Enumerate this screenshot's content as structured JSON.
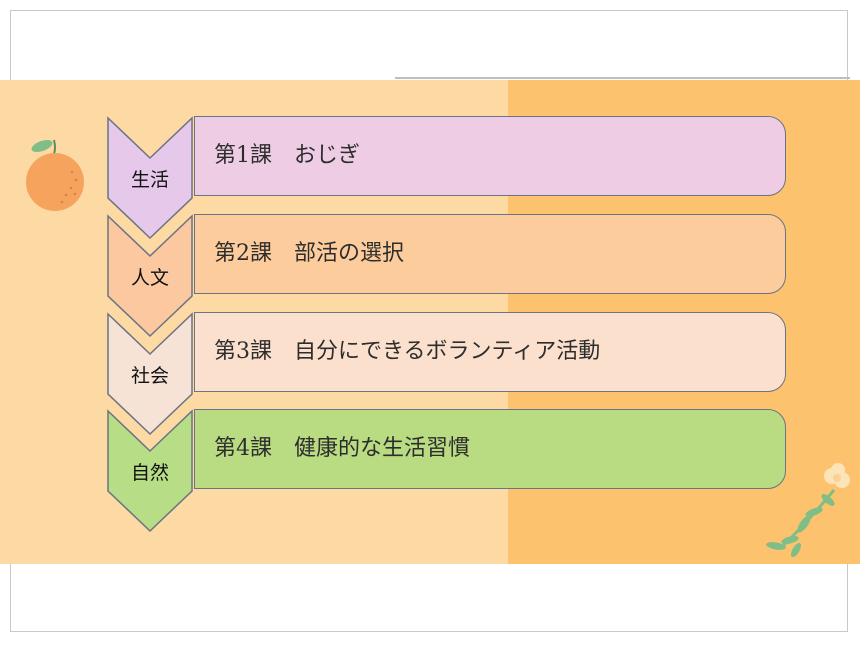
{
  "lessons": [
    {
      "category": "生活",
      "title": "第1課　おじぎ",
      "color": "#eecde4",
      "chevron_color": "#e6c8ea"
    },
    {
      "category": "人文",
      "title": "第2課　部活の選択",
      "color": "#fdcc9c",
      "chevron_color": "#fbc8a0"
    },
    {
      "category": "社会",
      "title": "第3課　自分にできるボランティア活動",
      "color": "#fbe1cd",
      "chevron_color": "#f7e2d6"
    },
    {
      "category": "自然",
      "title": "第4課　健康的な生活習慣",
      "color": "#b9db82",
      "chevron_color": "#b7dd86"
    }
  ],
  "colors": {
    "band_left": "#fdd9a3",
    "band_right": "#fdc26e",
    "outline": "#6b7384",
    "orange": "#f6a35e",
    "leaf": "#7fbf87"
  }
}
